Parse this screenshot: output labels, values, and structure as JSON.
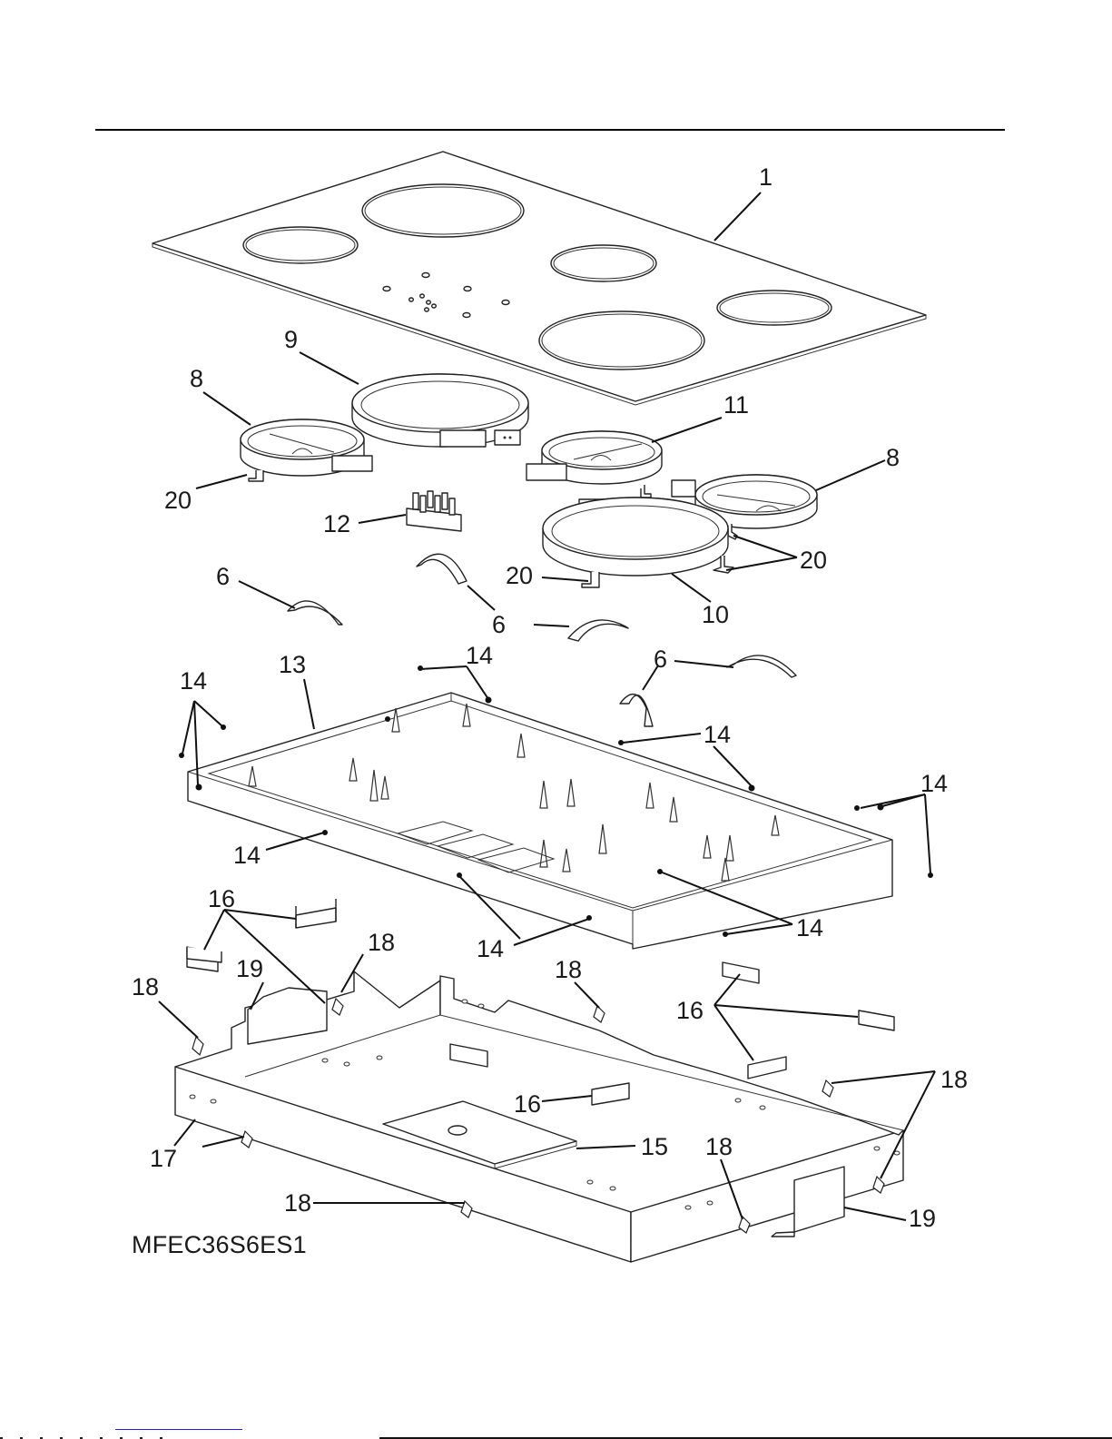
{
  "document": {
    "model_number": "MFEC36S6ES1"
  },
  "callouts": [
    {
      "id": "1",
      "label": "1",
      "part": "glass-cooktop"
    },
    {
      "id": "9",
      "label": "9",
      "part": "large-radiant-element"
    },
    {
      "id": "8a",
      "label": "8",
      "part": "dual-radiant-element-left"
    },
    {
      "id": "11",
      "label": "11",
      "part": "radiant-element"
    },
    {
      "id": "8b",
      "label": "8",
      "part": "dual-radiant-element-right"
    },
    {
      "id": "20a",
      "label": "20",
      "part": "element-bracket"
    },
    {
      "id": "12",
      "label": "12",
      "part": "terminal-block"
    },
    {
      "id": "20b",
      "label": "20",
      "part": "element-bracket"
    },
    {
      "id": "20c",
      "label": "20",
      "part": "element-bracket"
    },
    {
      "id": "10",
      "label": "10",
      "part": "bridge-element"
    },
    {
      "id": "6a",
      "label": "6",
      "part": "element-clip"
    },
    {
      "id": "6b",
      "label": "6",
      "part": "element-clip"
    },
    {
      "id": "6c",
      "label": "6",
      "part": "element-clip"
    },
    {
      "id": "14a",
      "label": "14",
      "part": "screw"
    },
    {
      "id": "13",
      "label": "13",
      "part": "element-tray"
    },
    {
      "id": "14b",
      "label": "14",
      "part": "screw"
    },
    {
      "id": "14c",
      "label": "14",
      "part": "screw"
    },
    {
      "id": "14d",
      "label": "14",
      "part": "screw"
    },
    {
      "id": "14e",
      "label": "14",
      "part": "screw"
    },
    {
      "id": "14f",
      "label": "14",
      "part": "screw"
    },
    {
      "id": "14g",
      "label": "14",
      "part": "screw"
    },
    {
      "id": "16a",
      "label": "16",
      "part": "hold-down-bracket"
    },
    {
      "id": "18a",
      "label": "18",
      "part": "clip"
    },
    {
      "id": "18b",
      "label": "18",
      "part": "clip"
    },
    {
      "id": "19a",
      "label": "19",
      "part": "mounting-bracket"
    },
    {
      "id": "18c",
      "label": "18",
      "part": "clip"
    },
    {
      "id": "16b",
      "label": "16",
      "part": "hold-down-bracket"
    },
    {
      "id": "16c",
      "label": "16",
      "part": "hold-down-bracket"
    },
    {
      "id": "18d",
      "label": "18",
      "part": "clip"
    },
    {
      "id": "17",
      "label": "17",
      "part": "outer-box"
    },
    {
      "id": "15",
      "label": "15",
      "part": "junction-box-cover"
    },
    {
      "id": "18e",
      "label": "18",
      "part": "clip"
    },
    {
      "id": "18f",
      "label": "18",
      "part": "clip"
    },
    {
      "id": "19b",
      "label": "19",
      "part": "mounting-bracket"
    }
  ]
}
